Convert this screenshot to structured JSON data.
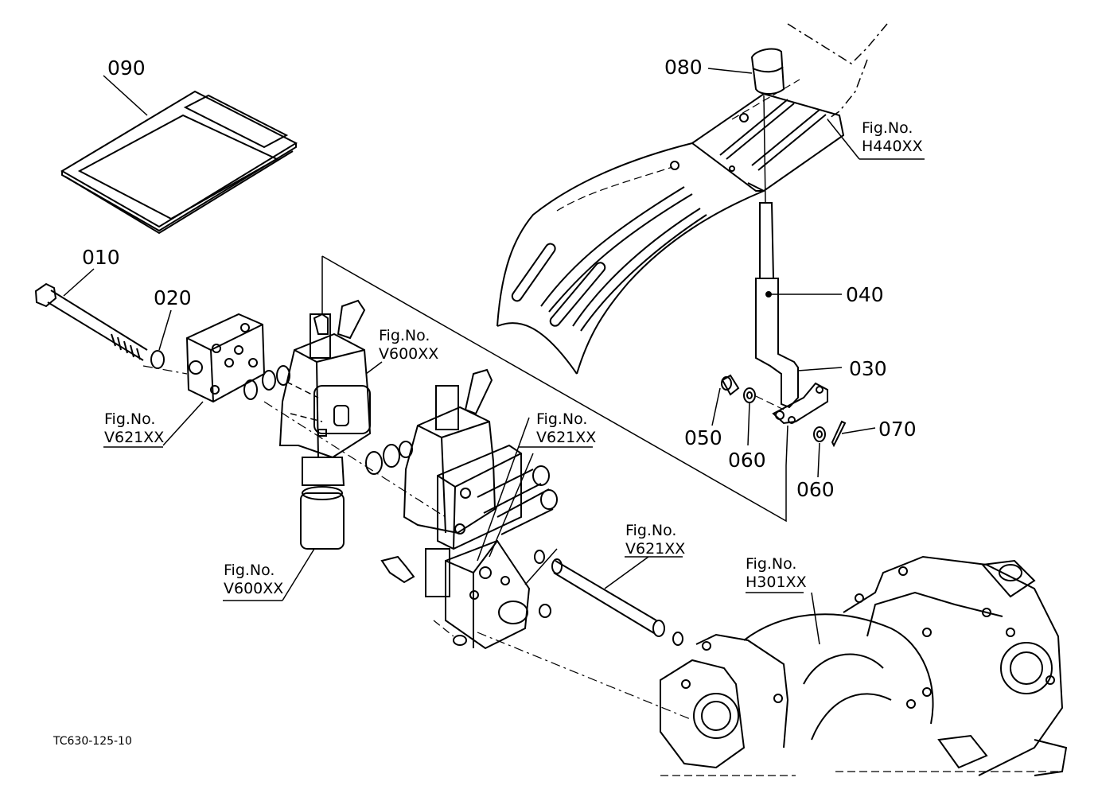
{
  "parts": {
    "p090": "090",
    "p080": "080",
    "p010": "010",
    "p020": "020",
    "p040": "040",
    "p030": "030",
    "p050": "050",
    "p060a": "060",
    "p060b": "060",
    "p070": "070"
  },
  "fig_refs": {
    "h440": {
      "line1": "Fig.No.",
      "line2": "H440XX"
    },
    "v600_top": {
      "line1": "Fig.No.",
      "line2": "V600XX"
    },
    "v621_left": {
      "line1": "Fig.No.",
      "line2": "V621XX"
    },
    "v621_mid": {
      "line1": "Fig.No.",
      "line2": "V621XX"
    },
    "v621_pipe": {
      "line1": "Fig.No.",
      "line2": "V621XX"
    },
    "v600_bottom": {
      "line1": "Fig.No.",
      "line2": "V600XX"
    },
    "h301": {
      "line1": "Fig.No.",
      "line2": "H301XX"
    }
  },
  "drawing_code": "TC630-125-10"
}
